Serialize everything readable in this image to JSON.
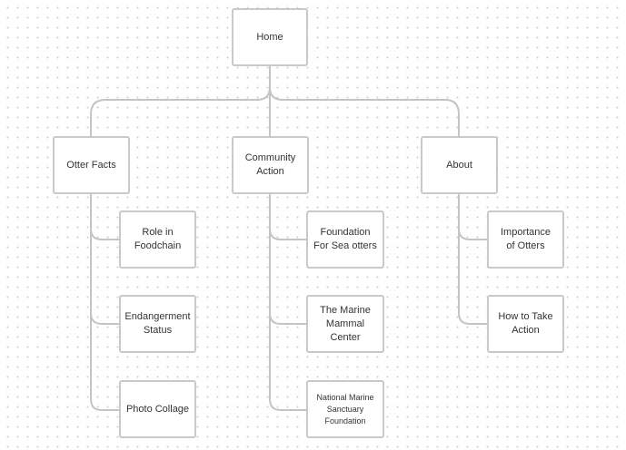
{
  "sitemap": {
    "root": {
      "label": "Home"
    },
    "sections": [
      {
        "label": "Otter Facts",
        "children": [
          {
            "label": "Role in\nFoodchain"
          },
          {
            "label": "Endangerment\nStatus"
          },
          {
            "label": "Photo Collage"
          }
        ]
      },
      {
        "label": "Community\nAction",
        "children": [
          {
            "label": "Foundation\nFor Sea otters"
          },
          {
            "label": "The Marine\nMammal\nCenter"
          },
          {
            "label": "National Marine\nSanctuary\nFoundation"
          }
        ]
      },
      {
        "label": "About",
        "children": [
          {
            "label": "Importance\nof Otters"
          },
          {
            "label": "How to Take\nAction"
          }
        ]
      }
    ]
  }
}
